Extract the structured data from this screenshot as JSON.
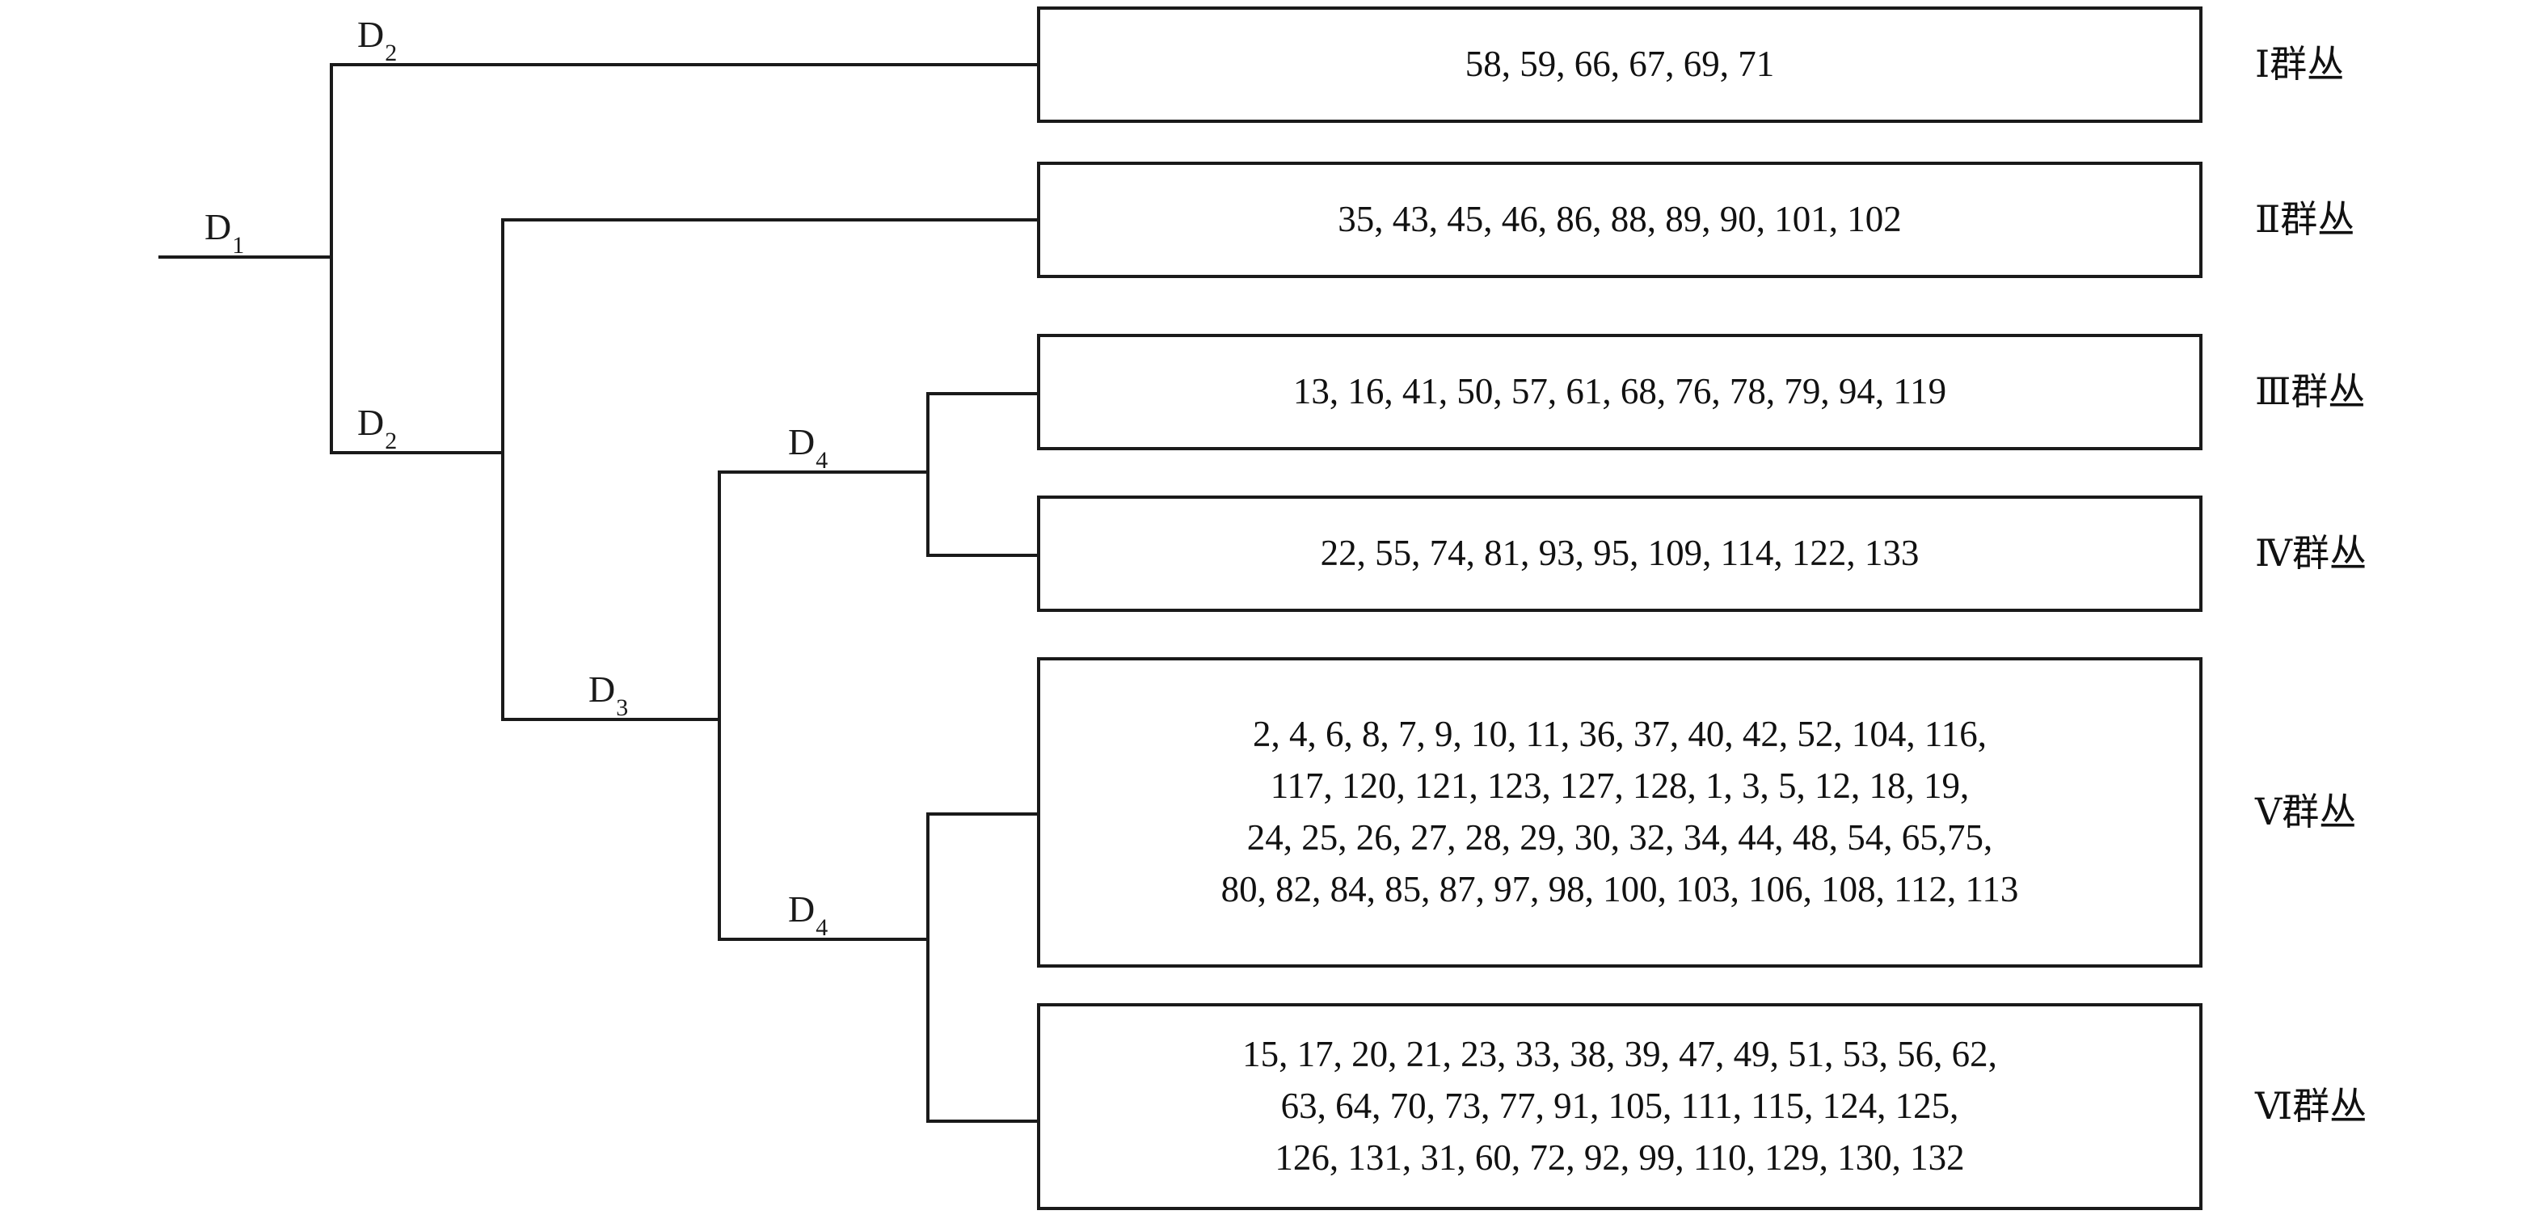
{
  "diagram": {
    "type": "dendrogram",
    "title": "",
    "root_label": "D",
    "root_sub": "1",
    "nodes": [
      {
        "id": "d1",
        "label": "D",
        "sub": "1"
      },
      {
        "id": "d2-top",
        "label": "D",
        "sub": "2"
      },
      {
        "id": "d2-bottom",
        "label": "D",
        "sub": "2"
      },
      {
        "id": "d3",
        "label": "D",
        "sub": "3"
      },
      {
        "id": "d4-upper",
        "label": "D",
        "sub": "4"
      },
      {
        "id": "d4-lower",
        "label": "D",
        "sub": "4"
      }
    ]
  },
  "clusters": [
    {
      "name": "Ⅰ群丛",
      "members": "58, 59, 66, 67, 69, 71"
    },
    {
      "name": "Ⅱ群丛",
      "members": "35, 43, 45, 46, 86, 88, 89, 90, 101, 102"
    },
    {
      "name": "Ⅲ群丛",
      "members": "13, 16, 41, 50, 57, 61, 68, 76, 78, 79, 94, 119"
    },
    {
      "name": "Ⅳ群丛",
      "members": "22, 55, 74, 81, 93, 95, 109, 114, 122, 133"
    },
    {
      "name": "Ⅴ群丛",
      "members": "2, 4, 6, 8, 7, 9, 10, 11, 36, 37, 40, 42, 52, 104, 116,\n117, 120, 121, 123, 127, 128, 1, 3, 5, 12, 18, 19,\n24, 25, 26, 27, 28, 29, 30, 32, 34, 44, 48, 54, 65,75,\n80, 82, 84, 85, 87, 97, 98, 100, 103, 106, 108, 112, 113"
    },
    {
      "name": "Ⅵ群丛",
      "members": "15, 17, 20, 21, 23, 33, 38, 39, 47, 49, 51, 53, 56, 62,\n63, 64, 70, 73, 77, 91, 105, 111, 115, 124, 125,\n126, 131, 31, 60, 72, 92, 99, 110, 129, 130, 132"
    }
  ],
  "colors": {
    "line": "#1a1a1a",
    "text": "#111111",
    "background": "#ffffff"
  }
}
